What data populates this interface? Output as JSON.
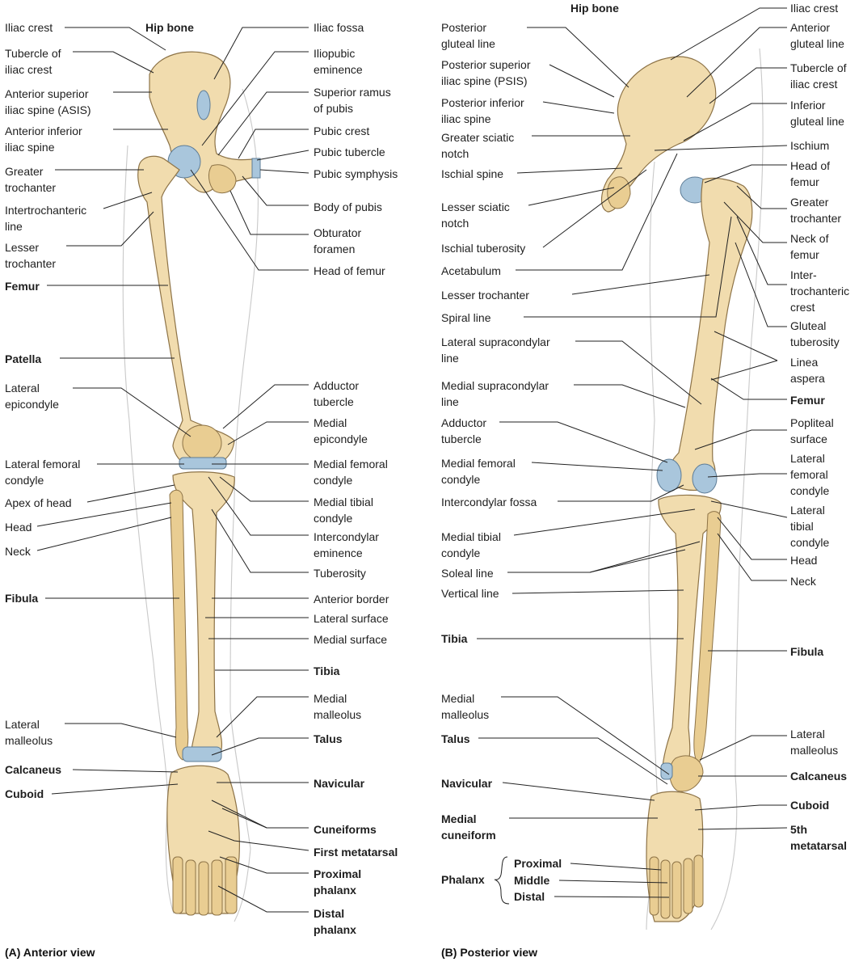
{
  "colors": {
    "bone": "#f1dcae",
    "bone_shade": "#e9cd92",
    "cartilage": "#a9c6dc",
    "outline": "#8d7347",
    "leader": "#222222"
  },
  "anterior": {
    "caption": "(A) Anterior view",
    "labels": {
      "iliac_crest": "Iliac crest",
      "hip_bone": "Hip bone",
      "tubercle_iliac_crest": "Tubercle of\niliac crest",
      "asis": "Anterior superior\niliac spine (ASIS)",
      "aiis": "Anterior inferior\niliac spine",
      "greater_trochanter": "Greater\ntrochanter",
      "intertrochanteric_line": "Intertrochanteric\nline",
      "lesser_trochanter": "Lesser\ntrochanter",
      "femur": "Femur",
      "iliac_fossa": "Iliac fossa",
      "iliopubic_eminence": "Iliopubic\neminence",
      "superior_ramus": "Superior ramus\nof pubis",
      "pubic_crest": "Pubic crest",
      "pubic_tubercle": "Pubic tubercle",
      "pubic_symphysis": "Pubic symphysis",
      "body_of_pubis": "Body of pubis",
      "obturator_foramen": "Obturator\nforamen",
      "head_of_femur": "Head of femur",
      "patella": "Patella",
      "lateral_epicondyle": "Lateral\nepicondyle",
      "lateral_femoral_condyle": "Lateral femoral\ncondyle",
      "apex_of_head": "Apex of head",
      "head": "Head",
      "neck": "Neck",
      "fibula": "Fibula",
      "adductor_tubercle": "Adductor\ntubercle",
      "medial_epicondyle": "Medial\nepicondyle",
      "medial_femoral_condyle": "Medial femoral\ncondyle",
      "medial_tibial_condyle": "Medial tibial\ncondyle",
      "intercondylar_eminence": "Intercondylar\neminence",
      "tuberosity": "Tuberosity",
      "anterior_border": "Anterior border",
      "lateral_surface": "Lateral surface",
      "medial_surface": "Medial surface",
      "tibia": "Tibia",
      "medial_malleolus": "Medial\nmalleolus",
      "lateral_malleolus": "Lateral\nmalleolus",
      "talus": "Talus",
      "calcaneus": "Calcaneus",
      "navicular": "Navicular",
      "cuboid": "Cuboid",
      "cuneiforms": "Cuneiforms",
      "first_metatarsal": "First metatarsal",
      "proximal_phalanx": "Proximal\nphalanx",
      "distal_phalanx": "Distal\nphalanx"
    }
  },
  "posterior": {
    "caption": "(B) Posterior view",
    "labels": {
      "hip_bone": "Hip bone",
      "posterior_gluteal_line": "Posterior\ngluteal line",
      "psis": "Posterior superior\niliac spine (PSIS)",
      "piis": "Posterior inferior\niliac spine",
      "greater_sciatic_notch": "Greater sciatic\nnotch",
      "ischial_spine": "Ischial spine",
      "lesser_sciatic_notch": "Lesser sciatic\nnotch",
      "ischial_tuberosity": "Ischial tuberosity",
      "acetabulum": "Acetabulum",
      "lesser_trochanter": "Lesser trochanter",
      "spiral_line": "Spiral line",
      "lateral_supracondylar_line": "Lateral supracondylar\nline",
      "medial_supracondylar_line": "Medial supracondylar\nline",
      "adductor_tubercle": "Adductor\ntubercle",
      "medial_femoral_condyle": "Medial femoral\ncondyle",
      "intercondylar_fossa": "Intercondylar fossa",
      "medial_tibial_condyle": "Medial tibial\ncondyle",
      "soleal_line": "Soleal line",
      "vertical_line": "Vertical line",
      "tibia": "Tibia",
      "medial_malleolus": "Medial\nmalleolus",
      "talus": "Talus",
      "navicular": "Navicular",
      "medial_cuneiform": "Medial\ncuneiform",
      "phalanx": "Phalanx",
      "proximal": "Proximal",
      "middle": "Middle",
      "distal": "Distal",
      "iliac_crest": "Iliac crest",
      "anterior_gluteal_line": "Anterior\ngluteal line",
      "tubercle_iliac_crest": "Tubercle of\niliac crest",
      "inferior_gluteal_line": "Inferior\ngluteal line",
      "ischium": "Ischium",
      "head_of_femur": "Head of\nfemur",
      "greater_trochanter": "Greater\ntrochanter",
      "neck_of_femur": "Neck of\nfemur",
      "intertrochanteric_crest": "Inter-\ntrochanteric\ncrest",
      "gluteal_tuberosity": "Gluteal\ntuberosity",
      "linea_aspera": "Linea\naspera",
      "femur": "Femur",
      "popliteal_surface": "Popliteal\nsurface",
      "lateral_femoral_condyle": "Lateral\nfemoral\ncondyle",
      "lateral_tibial_condyle": "Lateral\ntibial\ncondyle",
      "head": "Head",
      "neck": "Neck",
      "fibula": "Fibula",
      "lateral_malleolus": "Lateral\nmalleolus",
      "calcaneus": "Calcaneus",
      "cuboid": "Cuboid",
      "fifth_metatarsal": "5th\nmetatarsal"
    }
  }
}
